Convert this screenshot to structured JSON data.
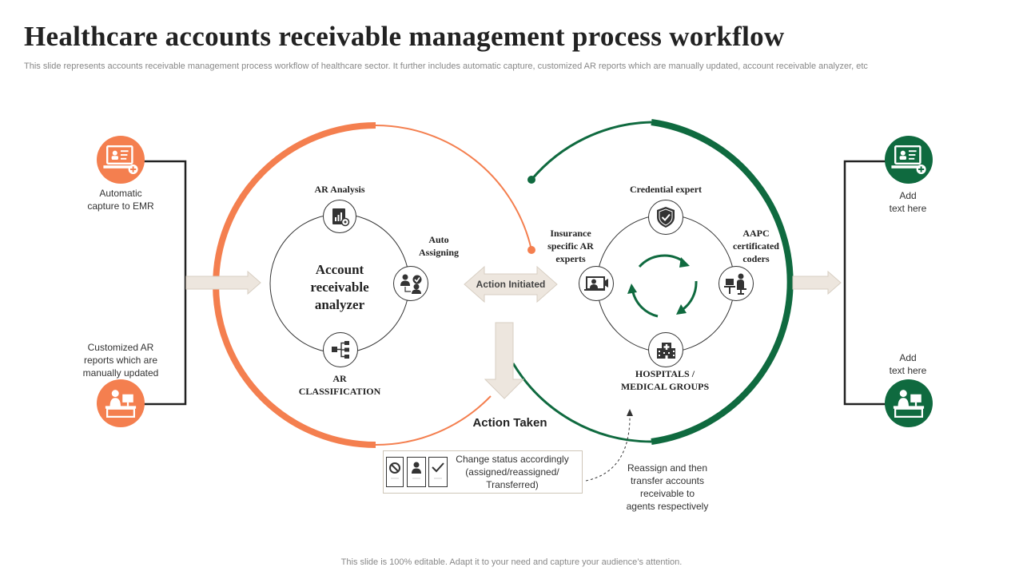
{
  "header": {
    "title": "Healthcare accounts receivable management process workflow",
    "subtitle": "This slide represents accounts receivable management process workflow of healthcare sector. It further includes automatic capture, customized AR reports which are manually updated, account receivable analyzer, etc"
  },
  "left_inputs": {
    "top_label": "Automatic\ncapture to EMR",
    "bottom_label": "Customized AR\nreports which are\nmanually updated"
  },
  "left_cycle": {
    "center_title": "Account\nreceivable\nanalyzer",
    "node_top": "AR Analysis",
    "node_right": "Auto\nAssigning",
    "node_bottom": "AR\nCLASSIFICATION"
  },
  "middle": {
    "action_initiated": "Action Initiated",
    "action_taken": "Action Taken",
    "status_text": "Change  status accordingly\n(assigned/reassigned/\nTransferred)",
    "reassign_note": "Reassign and then\ntransfer accounts\nreceivable  to\nagents respectively"
  },
  "right_cycle": {
    "node_top": "Credential  expert",
    "node_left": "Insurance\nspecific AR\nexperts",
    "node_right": "AAPC\ncertificated\ncoders",
    "node_bottom": "HOSPITALS  /\nMEDICAL  GROUPS"
  },
  "right_outputs": {
    "top_label": "Add\ntext here",
    "bottom_label": "Add\ntext here"
  },
  "footer": "This slide is 100% editable. Adapt it to your need and capture your audience’s attention.",
  "colors": {
    "orange": "#f47f4f",
    "green": "#0f6a3f",
    "arrow_fill": "#ede6de",
    "dark": "#222222"
  },
  "icons": {
    "left_top": "computer-user-icon",
    "left_bottom": "desk-worker-icon",
    "ar_analysis": "report-chart-icon",
    "auto_assigning": "users-check-icon",
    "ar_classification": "hierarchy-icon",
    "credential_expert": "shield-check-icon",
    "insurance_experts": "video-user-icon",
    "aapc_coders": "coder-desk-icon",
    "hospitals": "hospital-building-icon",
    "right_top": "computer-user-icon",
    "right_bottom": "desk-worker-icon",
    "status_icons": [
      "ban-icon",
      "person-icon",
      "check-icon"
    ]
  }
}
